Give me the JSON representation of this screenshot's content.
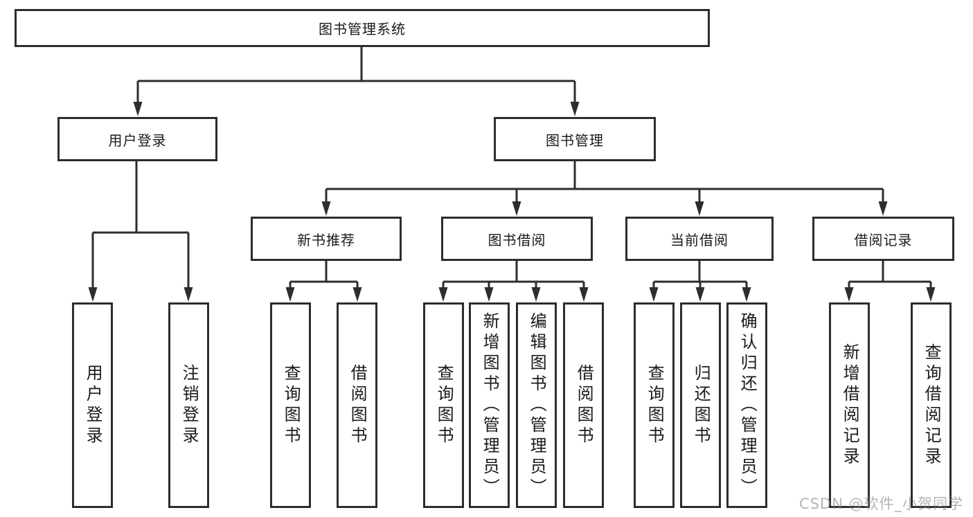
{
  "colors": {
    "line": "#2d2d2d",
    "border": "#2d2d2d",
    "text": "#1a1a1a",
    "watermark": "#828282"
  },
  "tree": {
    "root": {
      "label": "图书管理系统"
    },
    "user_login": {
      "label": "用户登录",
      "children": [
        {
          "label": "用户登录"
        },
        {
          "label": "注销登录"
        }
      ]
    },
    "book_mgmt": {
      "label": "图书管理",
      "sections": [
        {
          "label": "新书推荐",
          "children": [
            {
              "label": "查询图书"
            },
            {
              "label": "借阅图书"
            }
          ]
        },
        {
          "label": "图书借阅",
          "children": [
            {
              "label": "查询图书"
            },
            {
              "label": "新增图书（管理员）"
            },
            {
              "label": "编辑图书（管理员）"
            },
            {
              "label": "借阅图书"
            }
          ]
        },
        {
          "label": "当前借阅",
          "children": [
            {
              "label": "查询图书"
            },
            {
              "label": "归还图书"
            },
            {
              "label": "确认归还（管理员）"
            }
          ]
        },
        {
          "label": "借阅记录",
          "children": [
            {
              "label": "新增借阅记录"
            },
            {
              "label": "查询借阅记录"
            }
          ]
        }
      ]
    }
  },
  "watermark": {
    "text": "CSDN @软件_小贺同学"
  }
}
